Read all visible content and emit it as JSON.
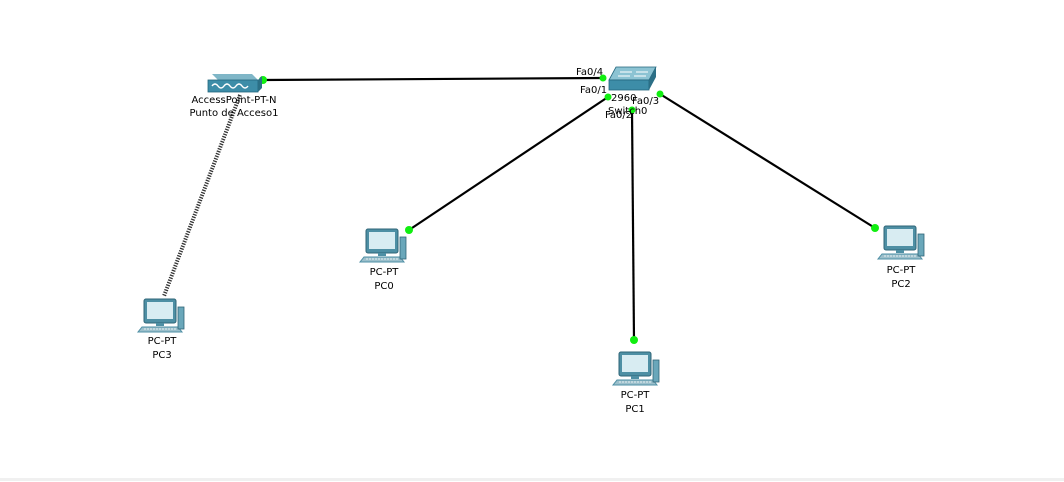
{
  "devices": {
    "switch": {
      "model": "2960",
      "name": "Switch0",
      "color": "#3d8da8"
    },
    "access_point": {
      "model": "AccessPoint-PT-N",
      "name": "Punto de Acceso1",
      "color": "#3d8da8"
    },
    "pc0": {
      "model": "PC-PT",
      "name": "PC0"
    },
    "pc1": {
      "model": "PC-PT",
      "name": "PC1"
    },
    "pc2": {
      "model": "PC-PT",
      "name": "PC2"
    },
    "pc3": {
      "model": "PC-PT",
      "name": "PC3"
    }
  },
  "ports": {
    "ap_link": "Fa0/4",
    "pc0_link": "Fa0/1",
    "pc1_link": "Fa0/2",
    "pc2_link": "Fa0/3"
  },
  "colors": {
    "link_up": "#11ee11",
    "cable": "#000000"
  }
}
